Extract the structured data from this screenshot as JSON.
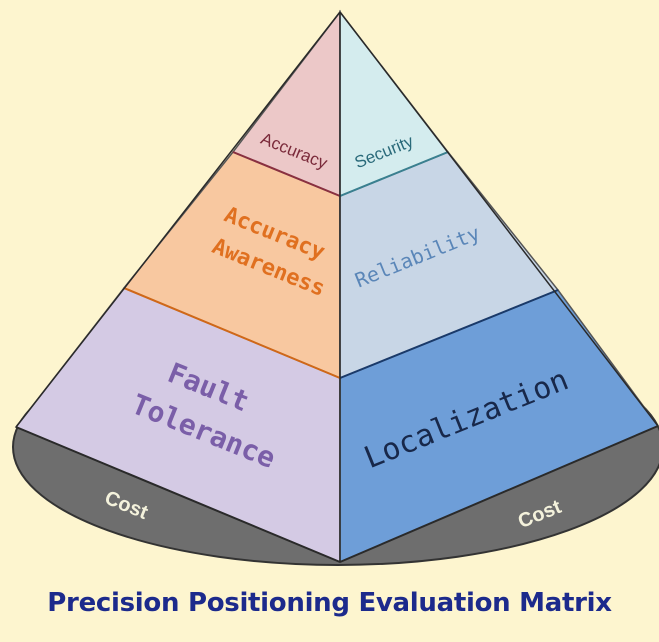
{
  "diagram": {
    "labels": {
      "top_left": "Accuracy",
      "top_right": "Security",
      "middle_left_line1": "Accuracy",
      "middle_left_line2": "Awareness",
      "middle_right": "Reliability",
      "bottom_left_line1": "Fault",
      "bottom_left_line2": "Tolerance",
      "bottom_right": "Localization",
      "base_left": "Cost",
      "base_right": "Cost"
    },
    "colors": {
      "background": "#fdf5cf",
      "base_ellipse": "#6e6e6e",
      "top_left_face": "#ecc8c8",
      "top_right_face": "#d4ecee",
      "middle_left_face": "#f8c8a0",
      "middle_right_face": "#c8d6e6",
      "bottom_left_face": "#d4cae4",
      "bottom_right_face": "#6e9ed8",
      "top_left_text": "#7a2a3a",
      "top_right_text": "#2a6a7a",
      "middle_left_text": "#e07020",
      "middle_right_text": "#5a86b8",
      "bottom_left_text": "#7a5ea8",
      "bottom_right_text": "#18284a",
      "caption_text": "#1c2a8c"
    }
  },
  "caption": "Precision Positioning Evaluation Matrix"
}
